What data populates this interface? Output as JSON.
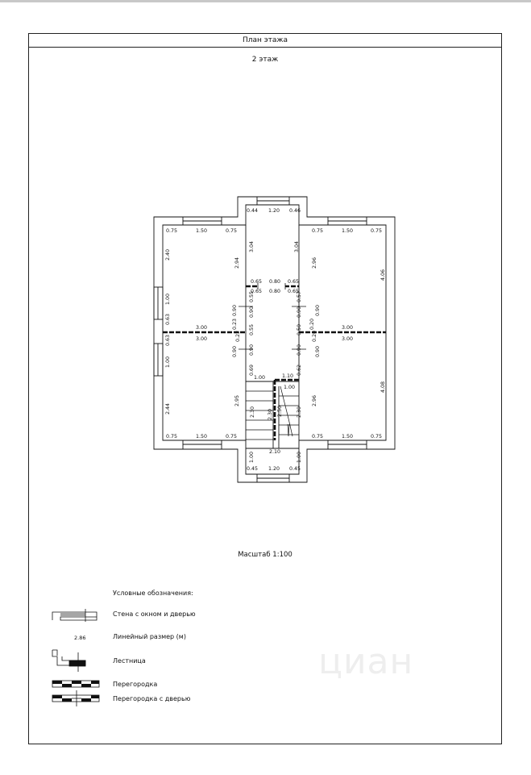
{
  "sheet": {
    "title": "План этажа",
    "floor": "2 этаж"
  },
  "dimensions": {
    "top_stair": [
      "0.44",
      "1.20",
      "0.46"
    ],
    "left_room_top": [
      "0.75",
      "1.50",
      "0.75"
    ],
    "right_room_top": [
      "0.75",
      "1.50",
      "0.75"
    ],
    "left_room_bottom": [
      "0.75",
      "1.50",
      "0.75"
    ],
    "right_room_bottom": [
      "0.75",
      "1.50",
      "0.75"
    ],
    "bottom_stair": [
      "0.45",
      "1.20",
      "0.45"
    ],
    "left_wall_top": "2.40",
    "left_window": "1.00",
    "left_pier_a": "0.63",
    "left_pier_b": "0.63",
    "left_window_b": "1.00",
    "left_wall_bottom": "2.44",
    "left_inner_top": "2.94",
    "left_inner_bottom": "2.95",
    "partition_left_upper": "3.00",
    "partition_left_lower": "3.00",
    "partition_right_upper": "3.00",
    "partition_right_lower": "3.00",
    "right_inner_top": "2.96",
    "right_inner_bottom": "2.96",
    "right_outer_top": "4.06",
    "right_outer_bottom": "4.08",
    "center_top_left": "3.04",
    "center_top_right": "3.04",
    "center_partition": [
      "0.65",
      "0.80",
      "0.65"
    ],
    "center_partition_b": [
      "0.65",
      "0.80",
      "0.65"
    ],
    "corridor_left": [
      "0.55",
      "0.90",
      "0.55",
      "0.90",
      "0.69"
    ],
    "corridor_right": [
      "0.57",
      "0.90",
      "0.50",
      "0.90",
      "0.62"
    ],
    "door_left": [
      "0.90",
      "0.23",
      "0.22",
      "0.90"
    ],
    "door_right": [
      "0.90",
      "0.20",
      "0.20",
      "0.90"
    ],
    "stair_top_left": "1.00",
    "stair_top_right": "1.10",
    "stair_top_right_b": "1.00",
    "stair_flight_left": "2.30",
    "stair_flight_mid": "2.50",
    "stair_flight_mid_b": "2.30",
    "stair_flight_right": "2.30",
    "stair_bottom": "2.10",
    "bottom_left": "1.00",
    "bottom_right": "1.00"
  },
  "scale_label": "Масштаб 1:100",
  "legend": {
    "heading": "Условные обозначения:",
    "wall_with_window": "Стена с окном и дверью",
    "linear_size_sample": "2.86",
    "linear_size": "Линейный размер (м)",
    "stairs": "Лестница",
    "partition": "Перегородка",
    "partition_with_door": "Перегородка с дверью"
  },
  "watermark": "циан"
}
